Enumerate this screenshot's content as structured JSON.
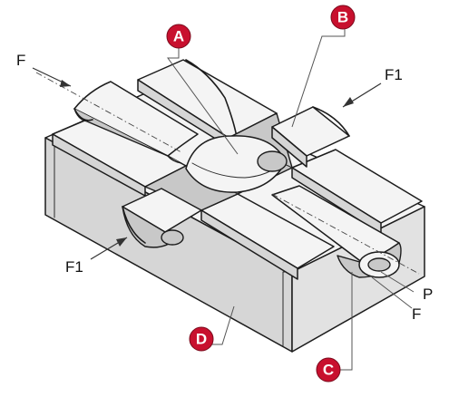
{
  "labels": {
    "badge_a": "A",
    "badge_b": "B",
    "badge_c": "C",
    "badge_d": "D",
    "force_f_left": "F",
    "force_f1_right": "F1",
    "force_f1_left": "F1",
    "point_p": "P",
    "force_f_right": "F"
  },
  "colors": {
    "badge_fill": "#c8102e",
    "badge_text": "#ffffff",
    "line": "#1c1c1c"
  }
}
